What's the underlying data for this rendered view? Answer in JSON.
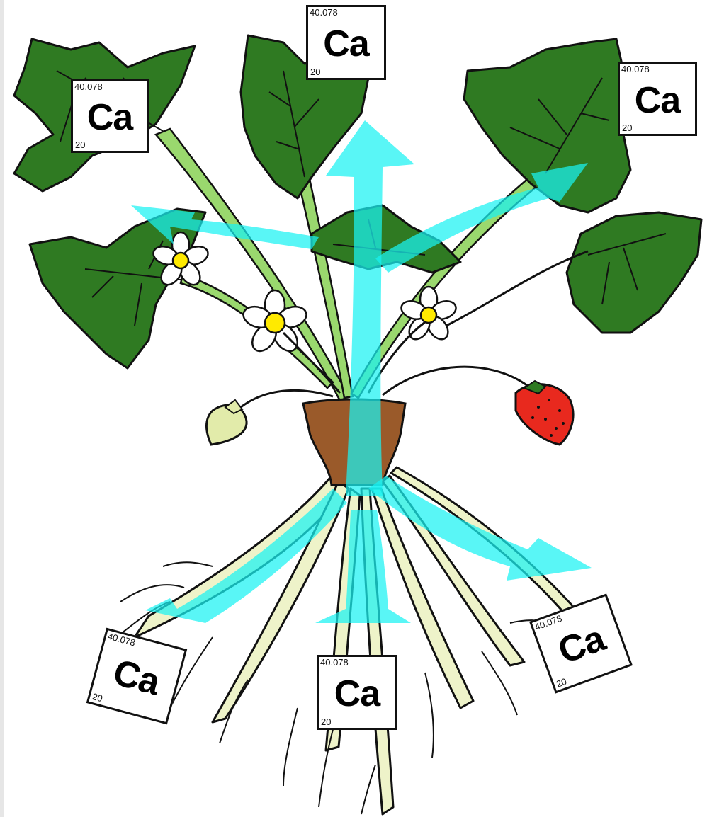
{
  "element": {
    "symbol": "Ca",
    "atomic_mass": "40.078",
    "atomic_number": "20"
  },
  "tiles": [
    {
      "id": "top-left"
    },
    {
      "id": "top-center"
    },
    {
      "id": "top-right"
    },
    {
      "id": "bottom-left"
    },
    {
      "id": "bottom-center"
    },
    {
      "id": "bottom-right"
    }
  ],
  "colors": {
    "leaf": "#2f7a22",
    "stem": "#9ad86e",
    "root": "#eef3c9",
    "crown": "#9a5a2a",
    "berry": "#e8291e",
    "unripe_berry": "#e2ebaa",
    "flower_center": "#ffea00",
    "flow_arrow": "#19f2f2"
  }
}
